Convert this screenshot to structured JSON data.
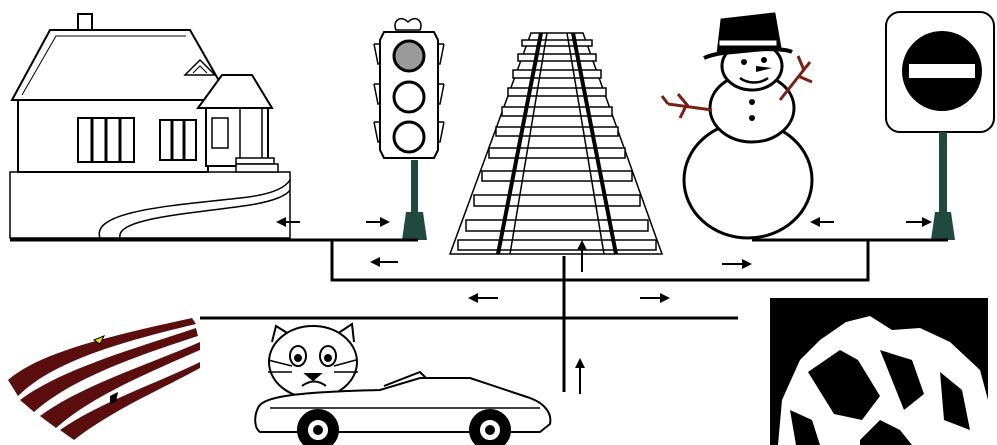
{
  "scene": {
    "background": "#ffffff",
    "line_color": "#000000",
    "pole_color": "#1f4a3d",
    "branch_color": "#7a1f14",
    "mound_color": "#5a0e0e",
    "nodes": [
      {
        "id": "house",
        "icon": "house-icon"
      },
      {
        "id": "traffic-light",
        "icon": "traffic-light-icon"
      },
      {
        "id": "railroad-track",
        "icon": "railroad-track-icon"
      },
      {
        "id": "snowman",
        "icon": "snowman-icon"
      },
      {
        "id": "no-entry-sign",
        "icon": "no-entry-sign-icon"
      },
      {
        "id": "plowed-field",
        "icon": "plowed-field-icon"
      },
      {
        "id": "cat-in-car",
        "icon": "cat-car-icon"
      },
      {
        "id": "mountain-photo",
        "icon": "mountain-photo-icon"
      }
    ],
    "arrows": [
      {
        "id": "house-left",
        "direction": "left"
      },
      {
        "id": "house-right",
        "direction": "right"
      },
      {
        "id": "bracket-left",
        "direction": "left"
      },
      {
        "id": "track-up",
        "direction": "up"
      },
      {
        "id": "bracket-right",
        "direction": "right"
      },
      {
        "id": "snowman-left",
        "direction": "left"
      },
      {
        "id": "sign-right",
        "direction": "right"
      },
      {
        "id": "trunk-left",
        "direction": "left"
      },
      {
        "id": "trunk-right",
        "direction": "right"
      },
      {
        "id": "bottom-up",
        "direction": "up"
      }
    ]
  }
}
